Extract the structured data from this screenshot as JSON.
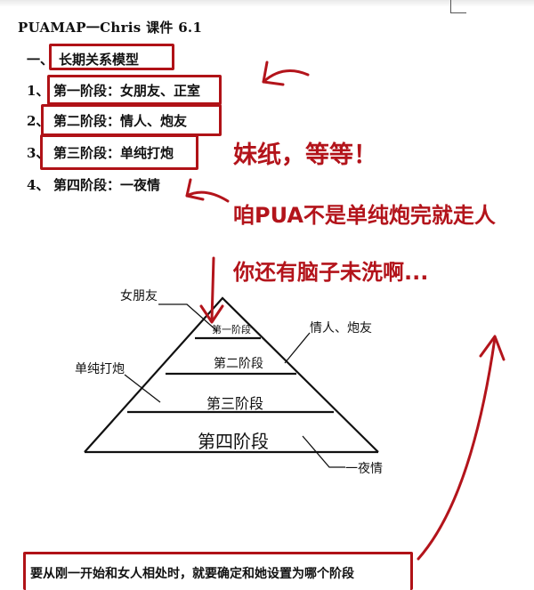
{
  "doc": {
    "title": "PUAMAP一Chris 课件 6.1",
    "heading": {
      "num": "一、",
      "text": "长期关系模型"
    },
    "stages": [
      {
        "num": "1、",
        "text": "第一阶段：女朋友、正室"
      },
      {
        "num": "2、",
        "text": "第二阶段：情人、炮友"
      },
      {
        "num": "3、",
        "text": "第三阶段：单纯打炮"
      },
      {
        "num": "4、",
        "text": "第四阶段：一夜情"
      }
    ],
    "footer": "要从刚一开始和女人相处时，就要确定和她设置为哪个阶段"
  },
  "annotations": {
    "line1": "妹纸，等等！",
    "line2": "咱PUA不是单纯炮完就走人",
    "line3": "你还有脑子未洗啊..."
  },
  "pyramid": {
    "tiers": [
      "第一阶段",
      "第二阶段",
      "第三阶段",
      "第四阶段"
    ],
    "labels": {
      "girlfriend": "女朋友",
      "lover": "情人、炮友",
      "pure": "单纯打炮",
      "onenight": "一夜情"
    }
  },
  "colors": {
    "marker": "#b3141b",
    "ink": "#111111"
  }
}
